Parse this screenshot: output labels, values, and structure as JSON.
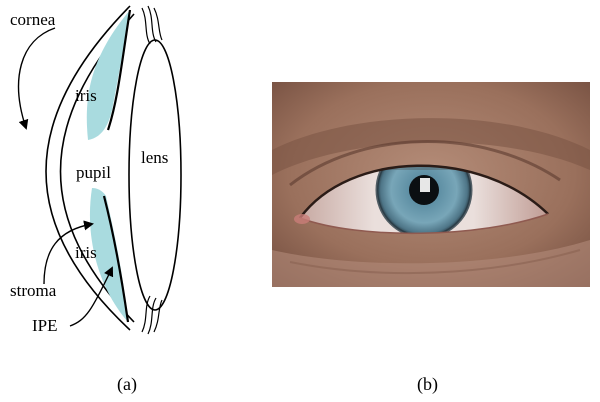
{
  "figure": {
    "panel_a": {
      "caption": "(a)",
      "labels": {
        "cornea": "cornea",
        "iris_top": "iris",
        "pupil": "pupil",
        "lens": "lens",
        "iris_bottom": "iris",
        "stroma": "stroma",
        "ipe": "IPE"
      },
      "colors": {
        "iris_fill": "#a9dbdf",
        "stroke": "#000000"
      }
    },
    "panel_b": {
      "caption": "(b)",
      "photo": {
        "subject": "close-up photograph of a human eye with a blue-gray iris",
        "colors": {
          "skin": "#a47a66",
          "iris": "#5f8ea1",
          "pupil": "#0b0f12",
          "sclera": "#e6dcd8"
        }
      }
    }
  }
}
